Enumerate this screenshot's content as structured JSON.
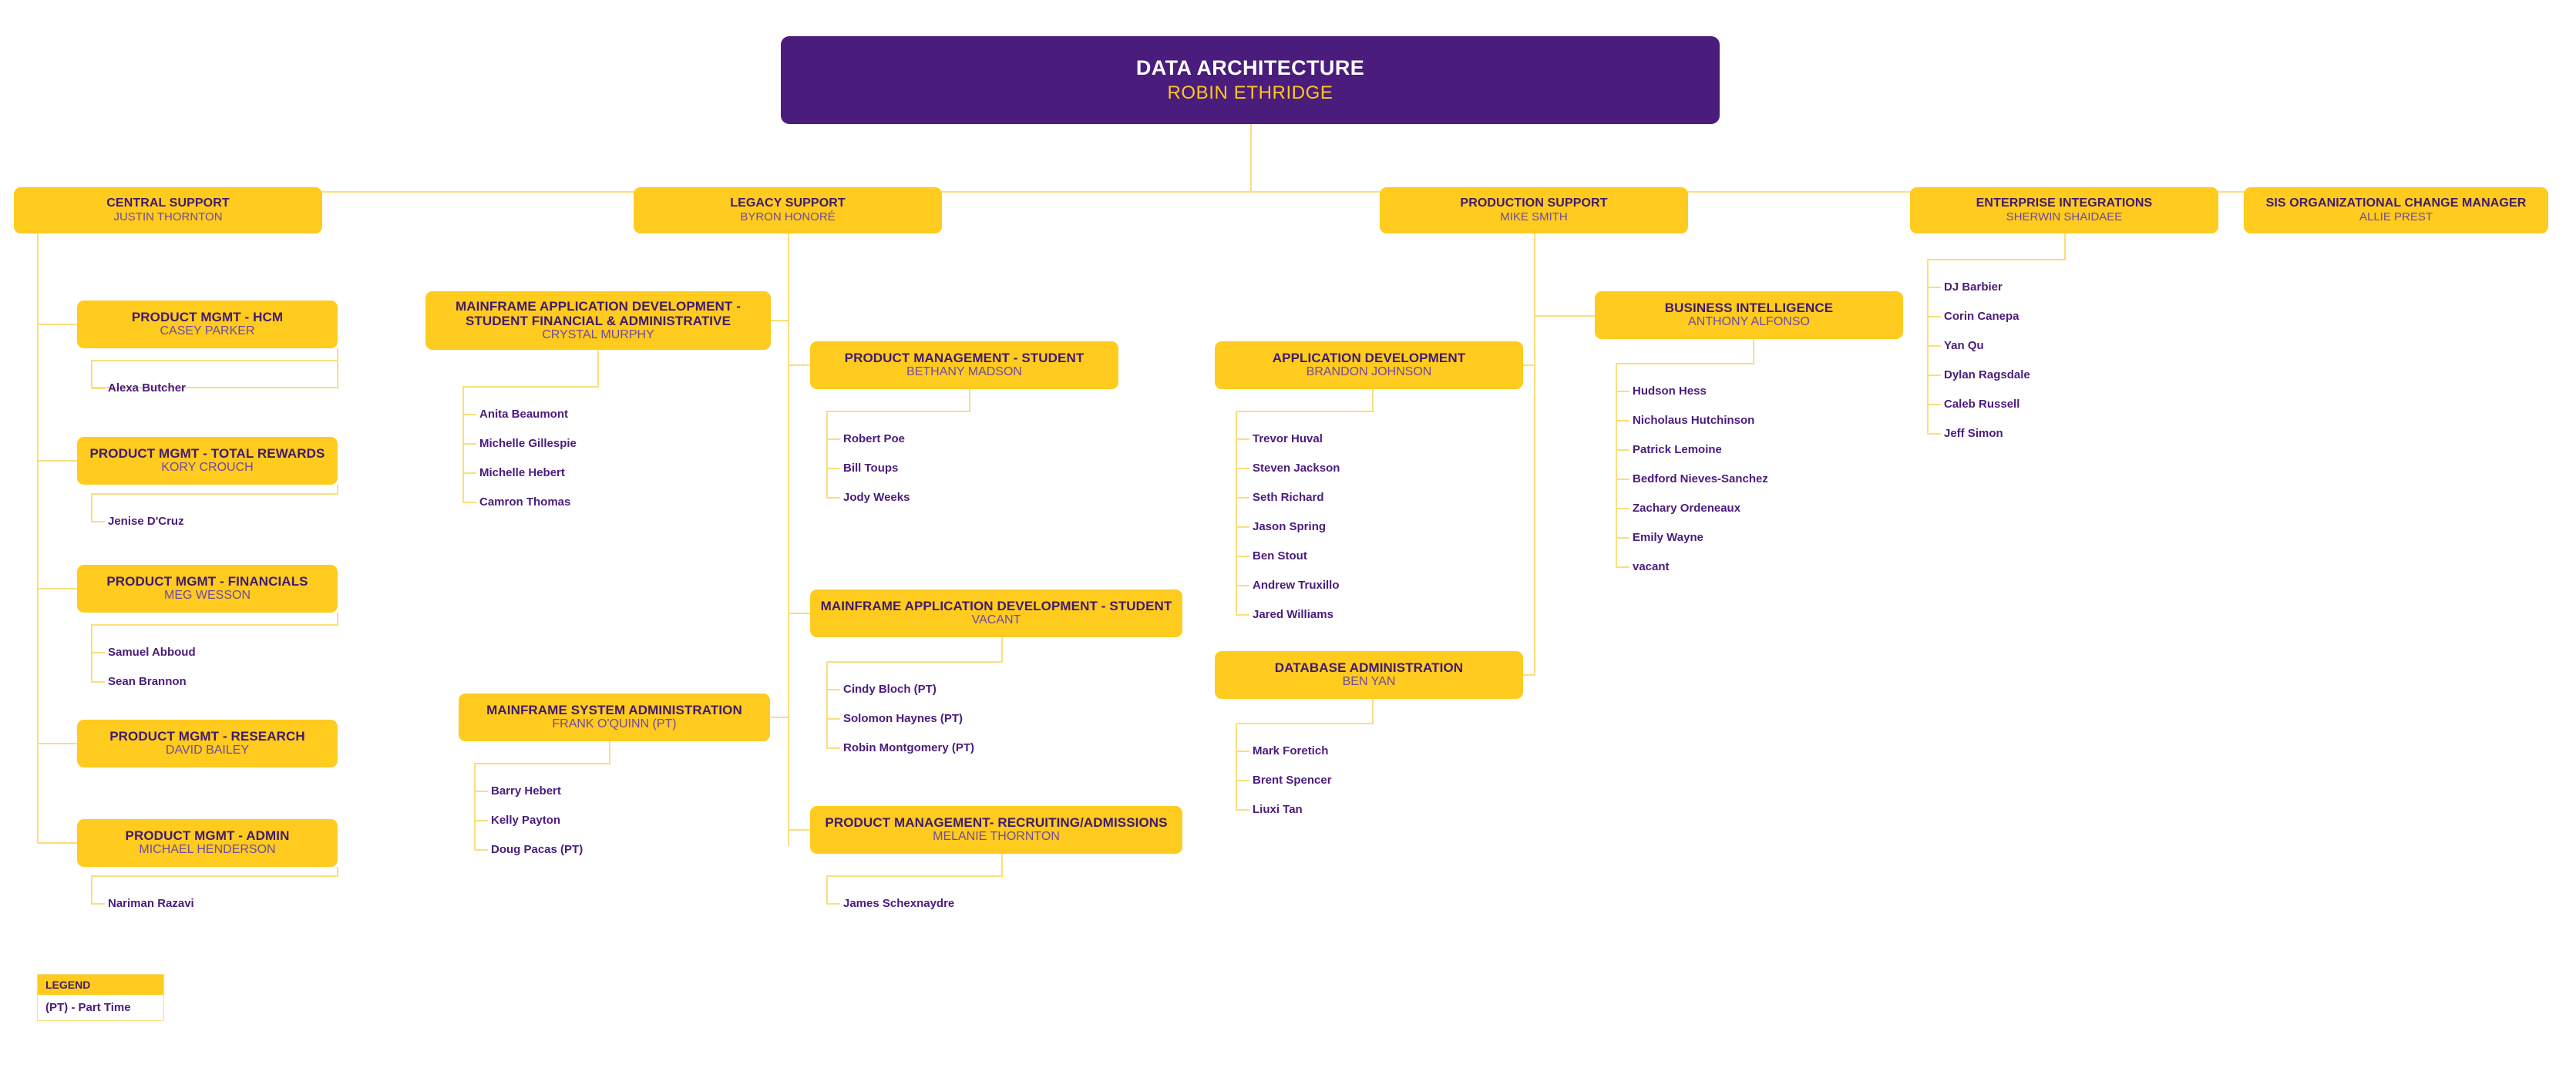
{
  "chart": {
    "type": "org-chart",
    "root": {
      "title": "DATA ARCHITECTURE",
      "person": "ROBIN ETHRIDGE"
    },
    "colors": {
      "root_fill": "#4A1C7C",
      "node_fill": "#FFCB1F",
      "title_text": "#401B6B",
      "person_text": "#6F4A9E",
      "root_title_text": "#FFFFFF",
      "root_person_text": "#FFC81E",
      "leaf_text": "#4A1C7C",
      "connector": "#FBDE7B",
      "page_background": "#FFFFFF"
    }
  },
  "departments": {
    "central_support": {
      "title": "CENTRAL SUPPORT",
      "person": "JUSTIN THORNTON"
    },
    "legacy_support": {
      "title": "LEGACY SUPPORT",
      "person": "BYRON HONORÉ"
    },
    "production_support": {
      "title": "PRODUCTION SUPPORT",
      "person": "MIKE SMITH"
    },
    "enterprise_integrations": {
      "title": "ENTERPRISE INTEGRATIONS",
      "person": "SHERWIN SHAIDAEE"
    },
    "sis_change_manager": {
      "title": "SIS ORGANIZATIONAL CHANGE MANAGER",
      "person": "ALLIE PREST"
    }
  },
  "teams": {
    "pm_hcm": {
      "title": "PRODUCT MGMT - HCM",
      "person": "CASEY PARKER"
    },
    "pm_total_rewards": {
      "title": "PRODUCT MGMT - TOTAL REWARDS",
      "person": "KORY CROUCH"
    },
    "pm_financials": {
      "title": "PRODUCT MGMT - FINANCIALS",
      "person": "MEG WESSON"
    },
    "pm_research": {
      "title": "PRODUCT MGMT - RESEARCH",
      "person": "DAVID BAILEY"
    },
    "pm_admin": {
      "title": "PRODUCT MGMT - ADMIN",
      "person": "MICHAEL HENDERSON"
    },
    "mad_student_fin": {
      "title": "MAINFRAME APPLICATION DEVELOPMENT - STUDENT FINANCIAL & ADMINISTRATIVE",
      "person": "CRYSTAL MURPHY"
    },
    "mainframe_sysadmin": {
      "title": "MAINFRAME SYSTEM ADMINISTRATION",
      "person": "FRANK O'QUINN (PT)"
    },
    "pm_student": {
      "title": "PRODUCT MANAGEMENT - STUDENT",
      "person": "BETHANY MADSON"
    },
    "mad_student": {
      "title": "MAINFRAME APPLICATION DEVELOPMENT - STUDENT",
      "person": "VACANT"
    },
    "pm_recruiting": {
      "title": "PRODUCT MANAGEMENT- RECRUITING/ADMISSIONS",
      "person": "MELANIE THORNTON"
    },
    "app_development": {
      "title": "APPLICATION DEVELOPMENT",
      "person": "BRANDON JOHNSON"
    },
    "database_admin": {
      "title": "DATABASE ADMINISTRATION",
      "person": "BEN YAN"
    },
    "business_intelligence": {
      "title": "BUSINESS INTELLIGENCE",
      "person": "ANTHONY ALFONSO"
    }
  },
  "members": {
    "pm_hcm": [
      "Alexa Butcher"
    ],
    "pm_total_rewards": [
      "Jenise D'Cruz"
    ],
    "pm_financials": [
      "Samuel Abboud",
      "Sean Brannon"
    ],
    "pm_admin": [
      "Nariman Razavi"
    ],
    "mad_student_fin": [
      "Anita Beaumont",
      "Michelle Gillespie",
      "Michelle Hebert",
      "Camron Thomas"
    ],
    "mainframe_sysadmin": [
      "Barry Hebert",
      "Kelly Payton",
      "Doug Pacas (PT)"
    ],
    "pm_student": [
      "Robert Poe",
      "Bill Toups",
      "Jody Weeks"
    ],
    "mad_student": [
      "Cindy Bloch (PT)",
      "Solomon Haynes (PT)",
      "Robin Montgomery (PT)"
    ],
    "pm_recruiting": [
      "James Schexnaydre"
    ],
    "app_development": [
      "Trevor Huval",
      "Steven Jackson",
      "Seth Richard",
      "Jason Spring",
      "Ben Stout",
      "Andrew Truxillo",
      "Jared Williams"
    ],
    "database_admin": [
      "Mark Foretich",
      "Brent Spencer",
      "Liuxi Tan"
    ],
    "business_intelligence": [
      "Hudson Hess",
      "Nicholaus Hutchinson",
      "Patrick Lemoine",
      "Bedford Nieves-Sanchez",
      "Zachary Ordeneaux",
      "Emily Wayne",
      "vacant"
    ],
    "enterprise_integrations": [
      "DJ Barbier",
      "Corin Canepa",
      "Yan Qu",
      "Dylan Ragsdale",
      "Caleb Russell",
      "Jeff Simon"
    ]
  },
  "legend": {
    "heading": "LEGEND",
    "entry": "(PT) - Part Time"
  }
}
